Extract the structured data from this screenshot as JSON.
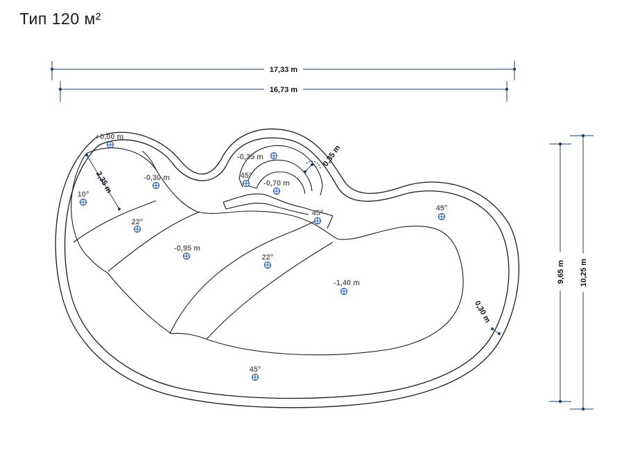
{
  "title": "Тип 120 м²",
  "dimensions": {
    "width_outer": "17,33 m",
    "width_inner": "16,73 m",
    "height_inner": "9,65 m",
    "height_outer": "10,25 m",
    "wall": "0,30 m",
    "shelf": "2,35 m",
    "step": "0,35 m"
  },
  "levels": {
    "l1": "+0,00 m",
    "l2": "-0,30 m",
    "l3": "-0,35 m",
    "l4": "-0,70 m",
    "l5": "-0,95 m",
    "l6": "-1,40 m"
  },
  "slopes": {
    "s1": "10°",
    "s2": "22°",
    "s3": "22°",
    "s4": "45°",
    "s5": "45°",
    "s6": "45°",
    "s7": "45°"
  },
  "colors": {
    "dimension": "#1f3f66",
    "marker": "#2b5fa8",
    "label": "#666666"
  }
}
